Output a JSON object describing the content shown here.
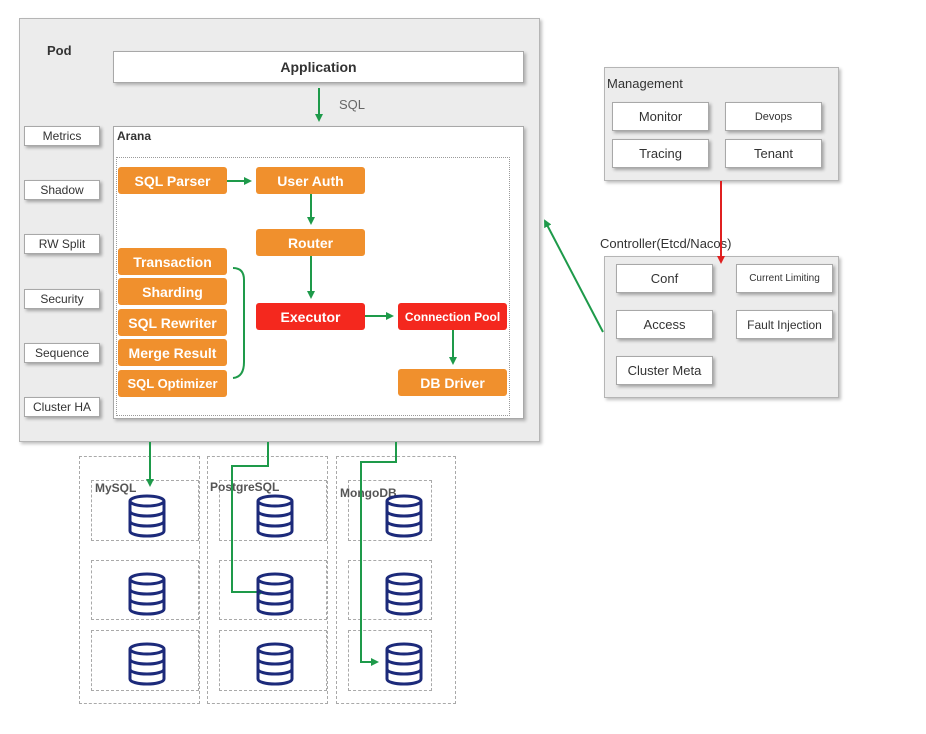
{
  "pod": {
    "title": "Pod",
    "application": "Application",
    "sql_label": "SQL",
    "side_items": [
      "Metrics",
      "Shadow",
      "RW Split",
      "Security",
      "Sequence",
      "Cluster HA"
    ]
  },
  "arana": {
    "title": "Arana",
    "sql_parser": "SQL Parser",
    "user_auth": "User Auth",
    "router": "Router",
    "executor": "Executor",
    "connection_pool": "Connection Pool",
    "db_driver": "DB Driver",
    "plugins": [
      "Transaction",
      "Sharding",
      "SQL Rewriter",
      "Merge Result",
      "SQL Optimizer"
    ]
  },
  "management": {
    "title": "Management",
    "items": [
      "Monitor",
      "Devops",
      "Tracing",
      "Tenant"
    ]
  },
  "controller": {
    "title": "Controller(Etcd/Nacos)",
    "items": [
      "Conf",
      "Current Limiting",
      "Access",
      "Fault Injection",
      "Cluster Meta"
    ]
  },
  "databases": {
    "labels": [
      "MySQL",
      "PostgreSQL",
      "MongoDB"
    ],
    "icon": "database-icon"
  },
  "colors": {
    "orange": "#f0902d",
    "red": "#f4281e",
    "green_arrow": "#1e9a4a",
    "red_arrow": "#e02020",
    "db_icon": "#1c2a7a"
  }
}
